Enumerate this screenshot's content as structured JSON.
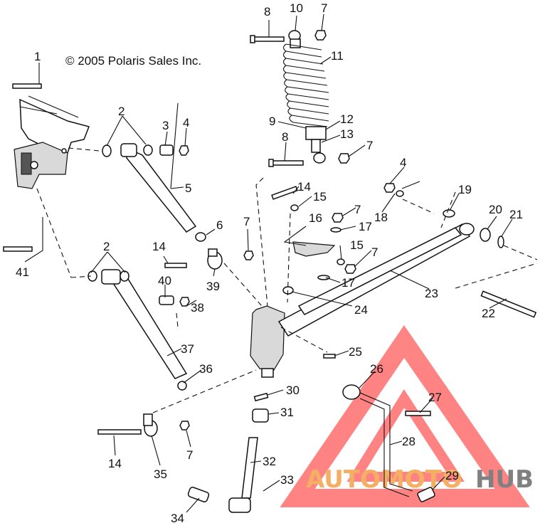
{
  "copyright": "© 2005 Polaris Sales Inc.",
  "watermark": {
    "text_a": "AUTOMOTO",
    "text_b": "HUB",
    "color_a": "#f4a24a",
    "color_b": "#6b6b6b",
    "triangle_color": "#ff6e6e"
  },
  "callouts": [
    "1",
    "2",
    "3",
    "4",
    "5",
    "6",
    "7",
    "8",
    "9",
    "10",
    "11",
    "12",
    "13",
    "14",
    "15",
    "16",
    "17",
    "18",
    "19",
    "20",
    "21",
    "22",
    "23",
    "24",
    "25",
    "26",
    "27",
    "28",
    "29",
    "30",
    "31",
    "32",
    "33",
    "34",
    "35",
    "36",
    "37",
    "38",
    "39",
    "40",
    "41",
    "2",
    "4",
    "7",
    "7",
    "7",
    "7",
    "7",
    "7",
    "8",
    "14",
    "14",
    "15",
    "17"
  ]
}
